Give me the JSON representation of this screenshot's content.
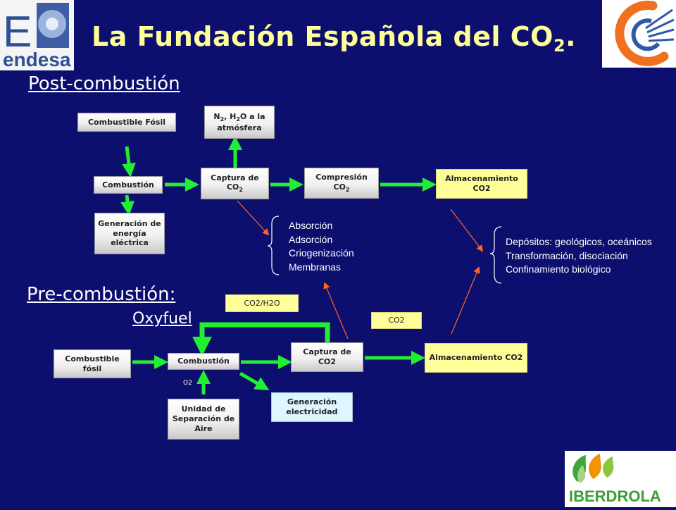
{
  "header": {
    "title": "La Fundación Española del CO",
    "title_sub": "2",
    "title_end": "."
  },
  "logos": {
    "endesa": {
      "text": "endesa",
      "mark": "E"
    },
    "iberdrola": {
      "text": "IBERDROLA"
    }
  },
  "post": {
    "label": "Post-combustión",
    "boxes": {
      "combustible_fosil": "Combustible Fósil",
      "combustion": "Combustión",
      "generacion": "Generación de energía eléctrica",
      "atmosfera_line2": "atmósfera",
      "captura": "Captura de CO",
      "compresion": "Compresión CO",
      "almacenamiento": "Almacenamiento CO2"
    },
    "methods": [
      "Absorción",
      "Adsorción",
      "Criogenización",
      "Membranas"
    ],
    "storage": [
      "Depósitos: geológicos, oceánicos",
      "Transformación, disociación",
      "Confinamiento biológico"
    ]
  },
  "pre": {
    "label": "Pre-combustión:",
    "sublabel": "Oxyfuel",
    "boxes": {
      "co2_h2o": "CO2/H2O",
      "co2": "CO2",
      "combustible_fosil": "Combustible fósil",
      "combustion": "Combustión",
      "captura": "Captura de CO2",
      "almacenamiento": "Almacenamiento CO2",
      "unidad": "Unidad de Separación de Aire",
      "generacion": "Generación electricidad",
      "o2": "O2"
    }
  },
  "colors": {
    "background": "#0c0f6e",
    "title": "#ffff99",
    "arrow_green": "#22ee33",
    "arrow_orange": "#ff6622",
    "box_yellow": "#ffff99",
    "box_cyan": "#ddf6ff"
  }
}
